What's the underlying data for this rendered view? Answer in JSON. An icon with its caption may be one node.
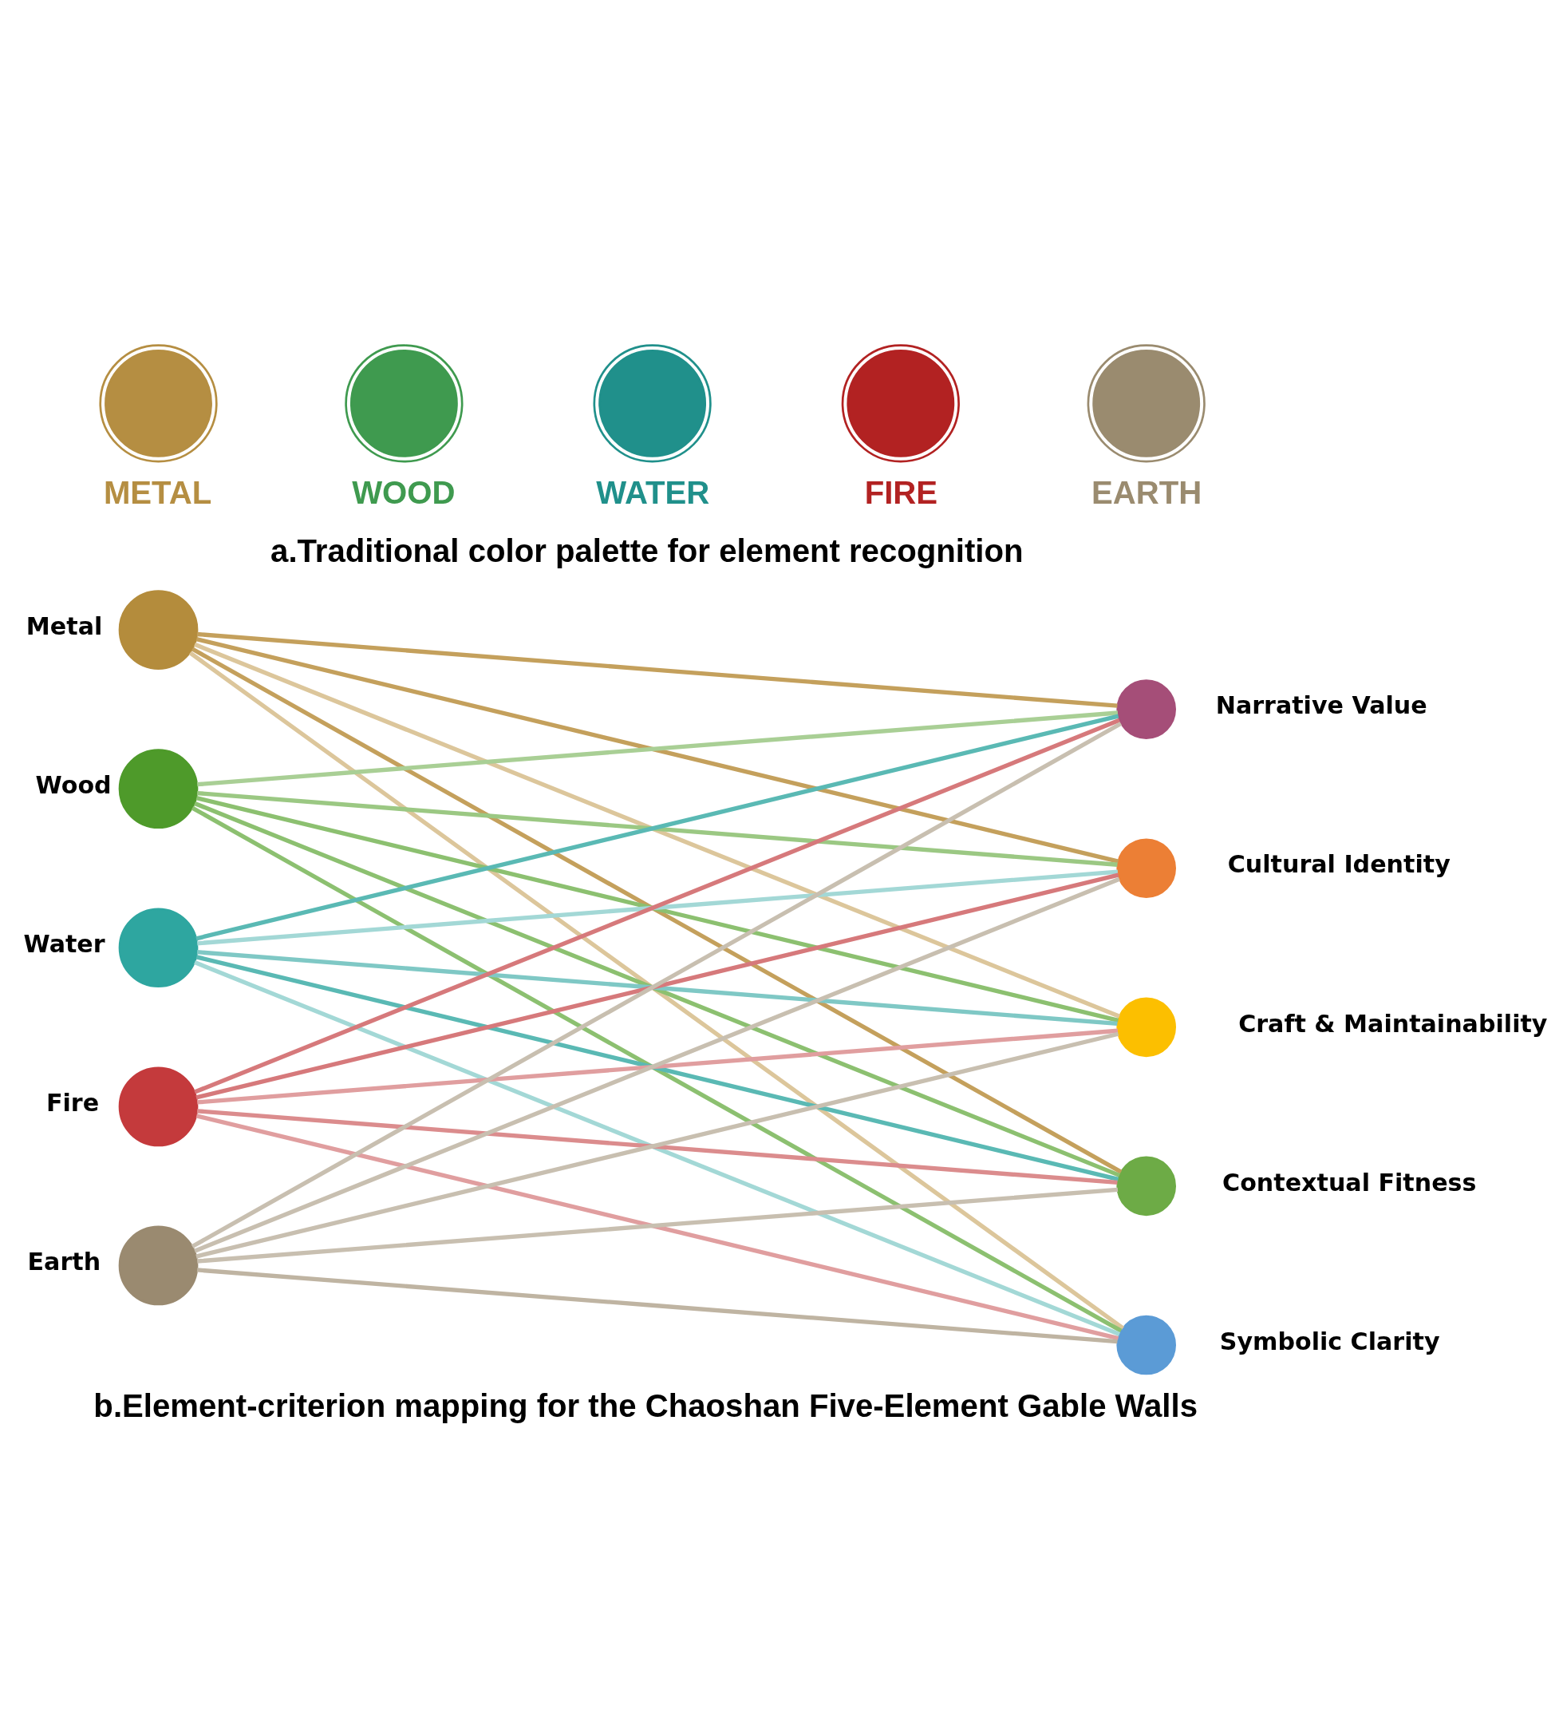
{
  "diagram": {
    "nodes": [
      {
        "text": [
          "METAL"
        ]
      },
      {
        "text": [
          "WOOD"
        ]
      },
      {
        "text": [
          "WATER"
        ]
      },
      {
        "text": [
          "FIRE"
        ]
      },
      {
        "text": [
          "EARTH"
        ]
      },
      {
        "text": [
          "Metal"
        ]
      },
      {
        "text": [
          "Wood"
        ]
      },
      {
        "text": [
          "Narrative Value"
        ]
      },
      {
        "text": [
          "Water"
        ]
      },
      {
        "text": [
          "Cultural Identity"
        ]
      },
      {
        "text": [
          "Craft & Maintainability"
        ]
      },
      {
        "text": [
          "Fire"
        ]
      },
      {
        "text": [
          "Contextual Fitness"
        ]
      },
      {
        "text": [
          "Symbolic Clarity"
        ]
      },
      {
        "text": [
          "Earth"
        ]
      }
    ],
    "edges": [
      {
        "from": 5,
        "to": 7,
        "arrow": "none",
        "color": "#c4a05c"
      },
      {
        "from": 5,
        "to": 9,
        "arrow": "none",
        "color": "#c4a05c"
      },
      {
        "from": 5,
        "to": 10,
        "arrow": "none",
        "color": "#dcc69b"
      },
      {
        "from": 5,
        "to": 12,
        "arrow": "none",
        "color": "#c4a05c"
      },
      {
        "from": 5,
        "to": 13,
        "arrow": "none",
        "color": "#dcc69b"
      },
      {
        "from": 6,
        "to": 7,
        "arrow": "none",
        "color": "#a9cf95"
      },
      {
        "from": 6,
        "to": 9,
        "arrow": "none",
        "color": "#9bc883"
      },
      {
        "from": 6,
        "to": 10,
        "arrow": "none",
        "color": "#8cc070"
      },
      {
        "from": 6,
        "to": 12,
        "arrow": "none",
        "color": "#8cc070"
      },
      {
        "from": 6,
        "to": 13,
        "arrow": "none",
        "color": "#8cc070"
      },
      {
        "from": 8,
        "to": 7,
        "arrow": "none",
        "color": "#5ab9b4"
      },
      {
        "from": 8,
        "to": 9,
        "arrow": "none",
        "color": "#a3d8d6"
      },
      {
        "from": 8,
        "to": 10,
        "arrow": "none",
        "color": "#7fc8c5"
      },
      {
        "from": 8,
        "to": 12,
        "arrow": "none",
        "color": "#5ab9b4"
      },
      {
        "from": 8,
        "to": 13,
        "arrow": "none",
        "color": "#a3d8d6"
      },
      {
        "from": 11,
        "to": 7,
        "arrow": "none",
        "color": "#d6797b"
      },
      {
        "from": 11,
        "to": 9,
        "arrow": "none",
        "color": "#d6797b"
      },
      {
        "from": 11,
        "to": 10,
        "arrow": "none",
        "color": "#e09e9f"
      },
      {
        "from": 11,
        "to": 12,
        "arrow": "none",
        "color": "#db8c8d"
      },
      {
        "from": 11,
        "to": 13,
        "arrow": "none",
        "color": "#e09e9f"
      },
      {
        "from": 14,
        "to": 7,
        "arrow": "none",
        "color": "#c8bfb0"
      },
      {
        "from": 14,
        "to": 9,
        "arrow": "none",
        "color": "#c8bfb0"
      },
      {
        "from": 14,
        "to": 10,
        "arrow": "none",
        "color": "#c8bfb0"
      },
      {
        "from": 14,
        "to": 12,
        "arrow": "none",
        "color": "#c8bfb0"
      },
      {
        "from": 14,
        "to": 13,
        "arrow": "none",
        "color": "#bfb4a2"
      }
    ],
    "labels": [
      "a.Traditional color palette for element recognition",
      "b.Element-criterion mapping for the Chaoshan Five-Element Gable Walls"
    ]
  }
}
